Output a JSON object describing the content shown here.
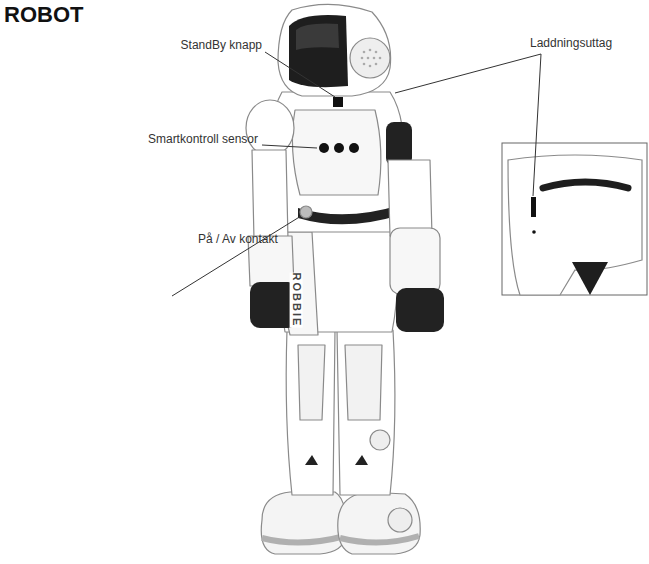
{
  "diagram": {
    "labels": [
      "ROBOT",
      "StandBy knapp",
      "Smartkontroll sensor",
      "På / Av kontakt",
      "Laddningsuttag",
      "ROBBIE"
    ]
  }
}
